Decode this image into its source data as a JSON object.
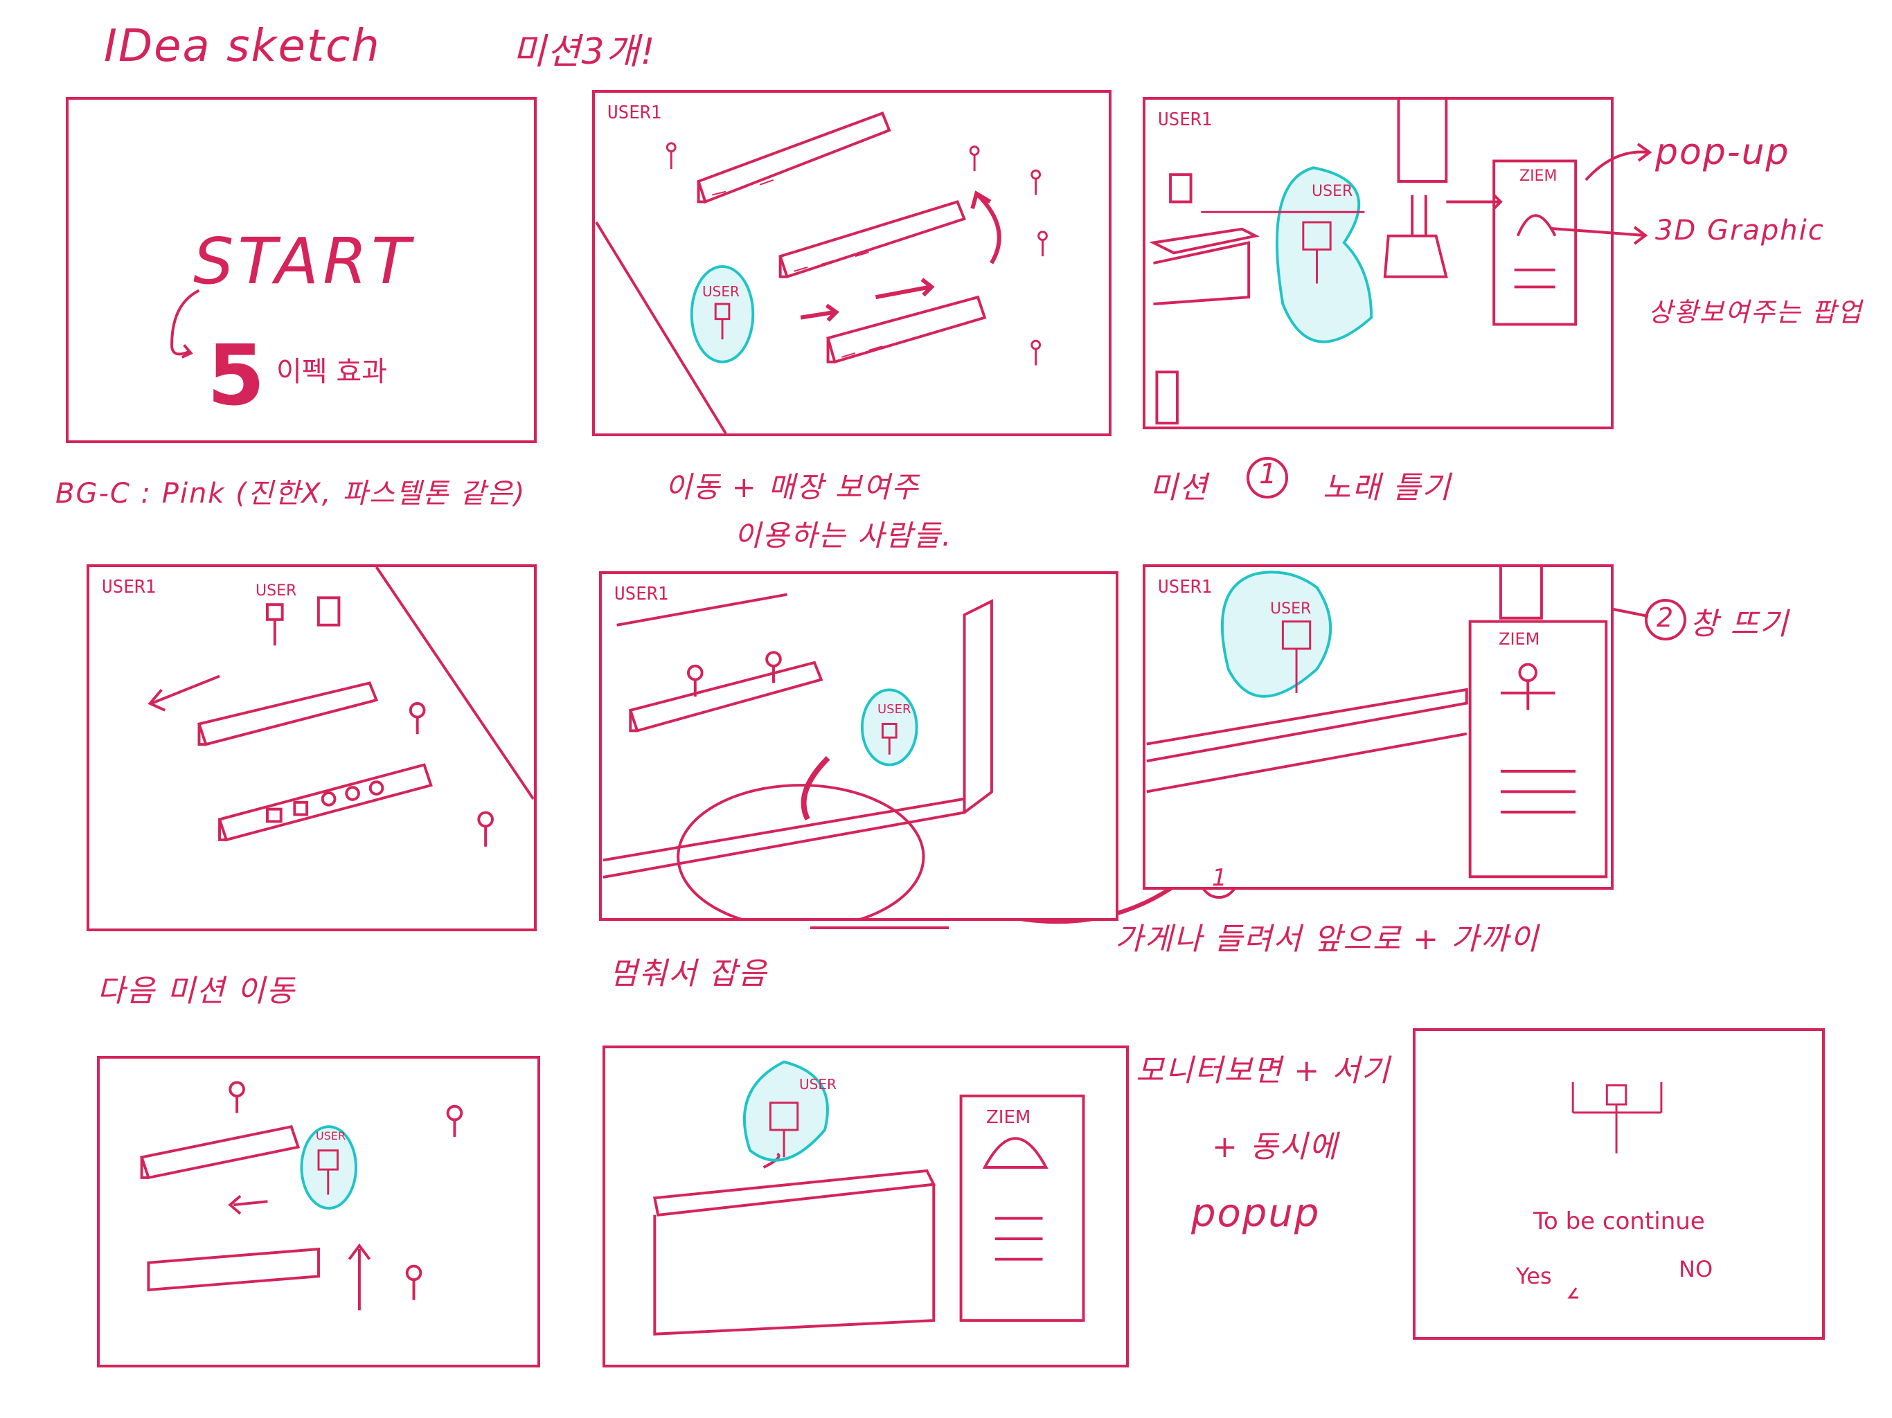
{
  "header": {
    "title": "IDea sketch",
    "subtitle": "미션3개!"
  },
  "panels": [
    {
      "id": "start",
      "start_label": "START",
      "countdown_number": "5",
      "countdown_text": "이펙 효과",
      "caption": "BG-C : Pink (진한X, 파스텔톤 같은)"
    },
    {
      "id": "move",
      "user_tag": "USER1",
      "avatar_label": "USER",
      "caption_line1": "이동 + 매장 보여주",
      "caption_line2": "이용하는 사람들."
    },
    {
      "id": "mission1",
      "user_tag": "USER1",
      "avatar_label": "USER",
      "item_label": "ZIEM",
      "note_popup": "pop-up",
      "note_3d": "3D Graphic",
      "note_extra": "상황보여주는 팝업",
      "caption_prefix": "미션",
      "caption_number": "1",
      "caption_suffix": "노래 틀기"
    },
    {
      "id": "next-mission",
      "user_tag": "USER1",
      "avatar_label": "USER",
      "caption": "다음 미션 이동"
    },
    {
      "id": "grab",
      "user_tag": "USER1",
      "avatar_label": "USER",
      "caption": "멈춰서 잡음"
    },
    {
      "id": "window",
      "user_tag": "USER1",
      "avatar_label": "USER",
      "item_label": "ZIEM",
      "note_number": "2",
      "note_text": "창 뜨기",
      "caption_number": "1",
      "caption": "가게나 들려서 앞으로 + 가까이"
    },
    {
      "id": "walk-left",
      "avatar_label": "USER"
    },
    {
      "id": "counter",
      "avatar_label": "USER",
      "item_label": "ZIEM",
      "note_line1": "모니터보면 + 서기",
      "note_line2": "+ 동시에",
      "note_line3": "popup"
    },
    {
      "id": "end",
      "message": "To be continue",
      "yes_label": "Yes",
      "no_label": "NO"
    }
  ],
  "colors": {
    "ink": "#d4245a",
    "highlight": "#20c4c6",
    "background": "#ffffff"
  }
}
